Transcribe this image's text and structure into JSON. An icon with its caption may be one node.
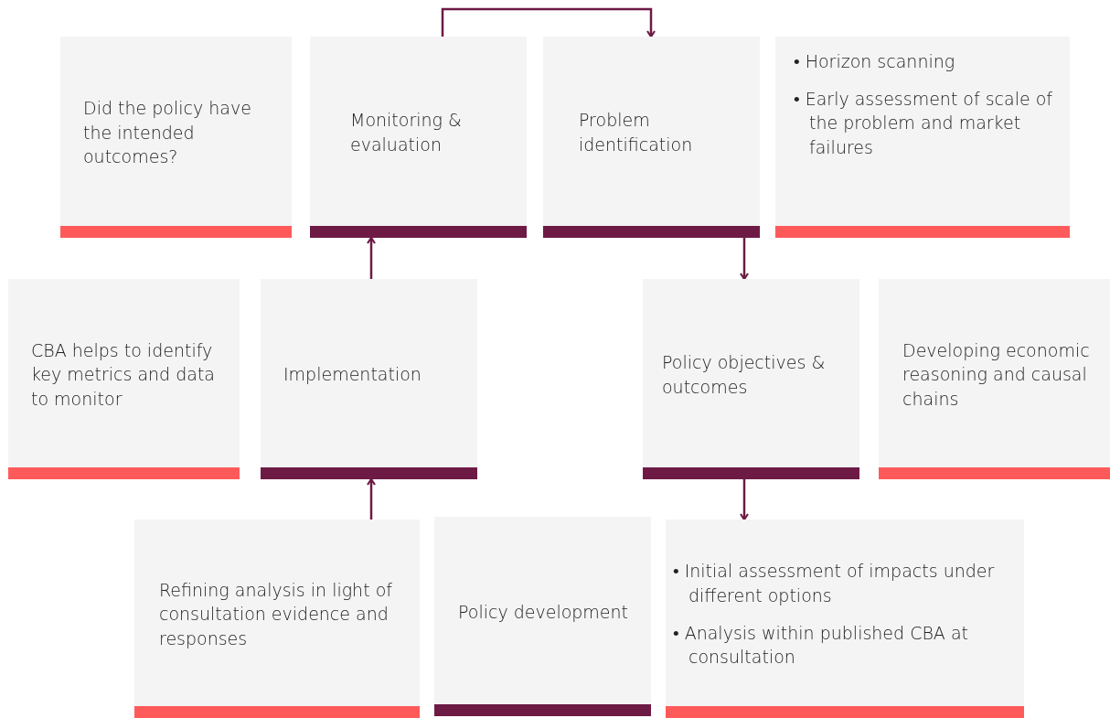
{
  "diagram": {
    "nodes": [
      {
        "text": [
          "Did the policy have the intended outcomes?"
        ]
      },
      {
        "text": [
          "Monitoring & evaluation"
        ]
      },
      {
        "text": [
          "Problem identification"
        ]
      },
      {
        "text": [
          "• Horizon scanning",
          "• Early assessment of scale of the problem and market failures"
        ]
      },
      {
        "text": [
          "CBA helps to identify key metrics and data to monitor"
        ]
      },
      {
        "text": [
          "Implementation"
        ]
      },
      {
        "text": [
          "Policy objectives & outcomes"
        ]
      },
      {
        "text": [
          "Developing economic reasoning and causal chains"
        ]
      },
      {
        "text": [
          "Refining analysis in light of consultation evidence and responses"
        ]
      },
      {
        "text": [
          "Policy development"
        ]
      },
      {
        "text": [
          "• Initial assessment of impacts under different options",
          "• Analysis within published CBA at consultation"
        ]
      }
    ],
    "edges": [
      {
        "from": 1,
        "to": 2,
        "arrow": "to"
      },
      {
        "from": 5,
        "to": 1,
        "arrow": "to"
      },
      {
        "from": 2,
        "to": 6,
        "arrow": "to"
      },
      {
        "from": 6,
        "to": 10,
        "arrow": "to"
      },
      {
        "from": 8,
        "to": 5,
        "arrow": "to"
      }
    ]
  }
}
